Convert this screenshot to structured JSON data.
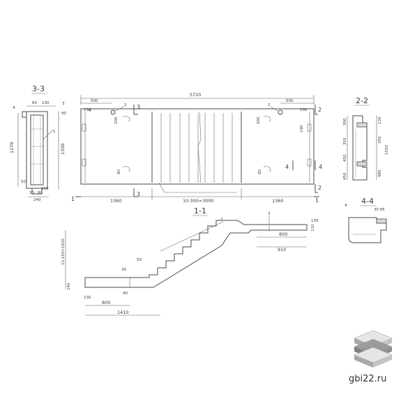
{
  "sections": {
    "s33": "3-3",
    "s22": "2-2",
    "s11": "1-1",
    "s44": "4-4"
  },
  "cut_marks": {
    "m3_top": "3",
    "m3_bottom": "3",
    "m2_top": "2",
    "m2_bottom": "2",
    "m4_mid": "4",
    "m4_right": "4",
    "m1_left": "1",
    "m1_right": "1"
  },
  "plan": {
    "overall": "5720",
    "left_500": "500",
    "right_500": "500",
    "bottom_left": "1360",
    "bottom_mid": "10·300=3000",
    "bottom_right": "1360",
    "callout_2a": "2",
    "callout_2b": "2",
    "small_130a": "130",
    "small_130b": "130",
    "small_200a": "200",
    "small_200b": "200",
    "small_4": "4",
    "small_80a": "80",
    "small_80b": "80",
    "small_190": "190"
  },
  "sec33": {
    "label_4": "4",
    "label_3": "3",
    "label_1": "1",
    "dim_80": "80",
    "dim_130": "130",
    "dim_1270": "1270",
    "dim_1350": "1350",
    "dim_50": "50",
    "dim_30": "30",
    "dim_80b": "80",
    "dim_150": "150",
    "dim_240": "240",
    "dim_90": "90"
  },
  "sec22": {
    "dim_300": "300",
    "dim_350a": "350",
    "dim_350b": "350",
    "dim_450": "450",
    "dim_480": "480",
    "dim_1550": "1550",
    "dim_130": "130"
  },
  "sec11": {
    "label_2": "2",
    "label_3": "3",
    "dim_130": "130",
    "dim_800a": "800",
    "dim_910": "910",
    "dim_800b": "800",
    "dim_1410": "1410",
    "dim_30": "30",
    "dim_40": "40",
    "dim_130b": "130",
    "dim_110": "110",
    "dim_50": "50",
    "vert_left": "11·150=1650",
    "dim_140": "140"
  },
  "sec44": {
    "label_4": "4",
    "dim_3085": "30 85"
  },
  "footer": {
    "site": "gbi22.ru"
  },
  "colors": {
    "line": "#4a4a4a",
    "logo_light": "#e6e6e6",
    "logo_dark": "#8f8f8f"
  }
}
